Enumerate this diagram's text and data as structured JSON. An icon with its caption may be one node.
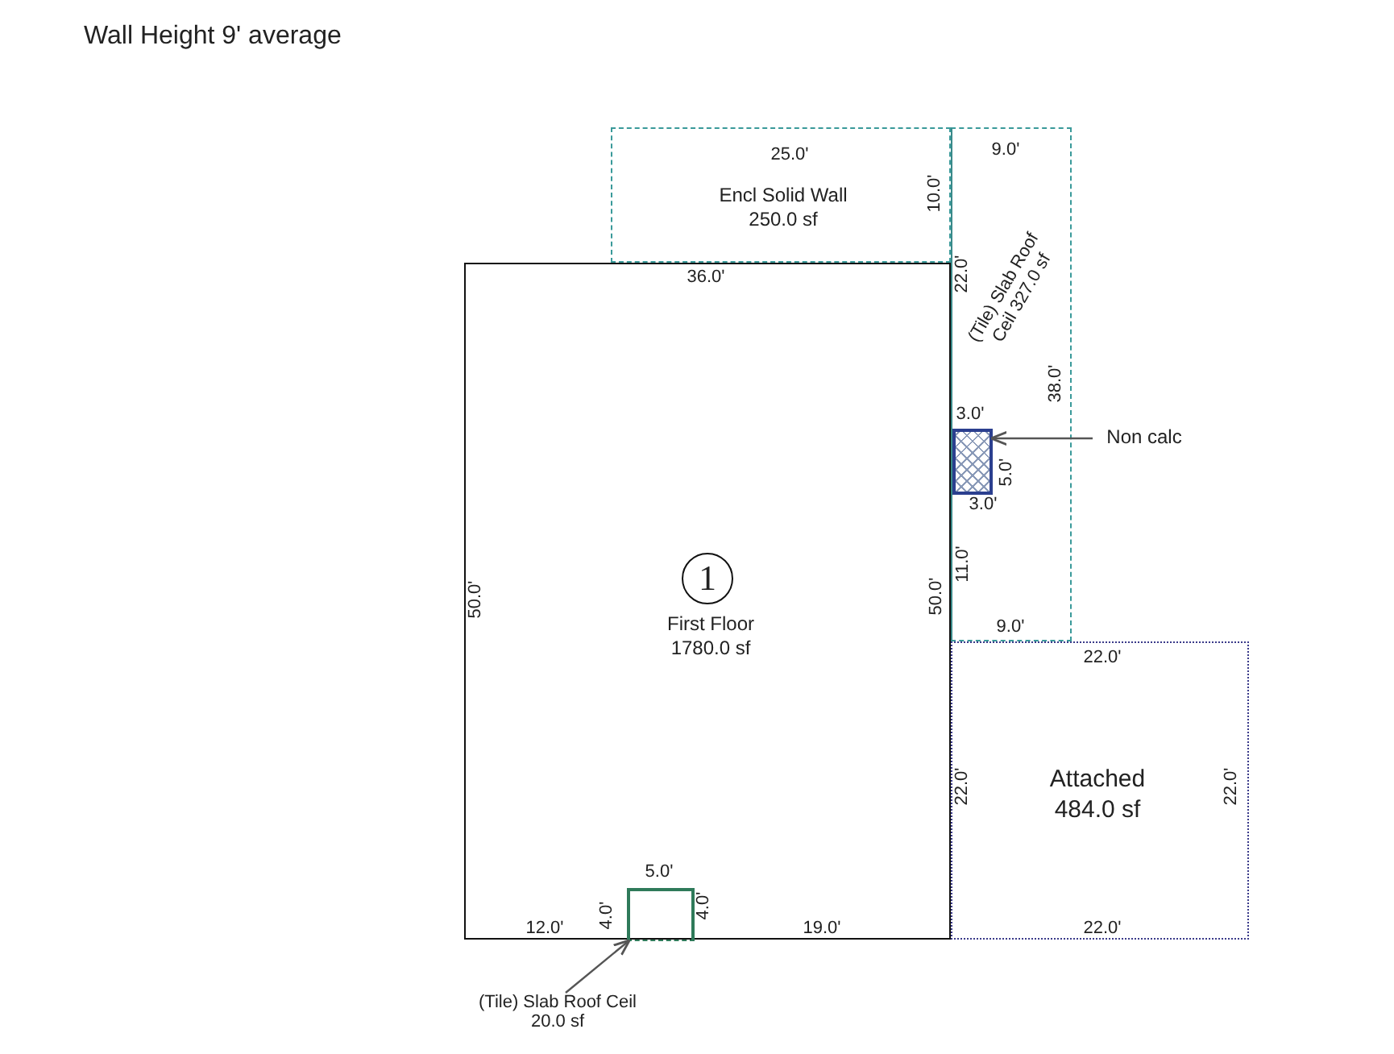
{
  "diagram": {
    "title": "Wall Height 9' average",
    "nodes": [
      {
        "text": [
          "First Floor 1780.0 sf"
        ]
      },
      {
        "text": [
          "1"
        ],
        "in": 0
      },
      {
        "text": [
          "Encl Solid Wall 250.0 sf"
        ]
      },
      {
        "text": [
          "(Tile) Slab Roof Ceil 327.0 sf"
        ]
      },
      {
        "text": [],
        "shape": "box",
        "in": 3
      },
      {
        "text": [
          "Non calc"
        ]
      },
      {
        "text": [
          "Attached 484.0 sf"
        ]
      },
      {
        "text": [],
        "shape": "box",
        "in": 0
      },
      {
        "text": [
          "(Tile) Slab Roof Ceil 20.0 sf"
        ]
      }
    ],
    "edges": [
      {
        "from": 5,
        "to": 4,
        "arrow": "to"
      },
      {
        "from": 8,
        "to": 7,
        "arrow": "to"
      }
    ],
    "labels": [
      "25.0'",
      "10.0'",
      "9.0'",
      "36.0'",
      "22.0'",
      "38.0'",
      "3.0'",
      "5.0'",
      "3.0'",
      "50.0'",
      "50.0'",
      "11.0'",
      "9.0'",
      "22.0'",
      "22.0'",
      "22.0'",
      "5.0'",
      "12.0'",
      "4.0'",
      "4.0'",
      "19.0'",
      "22.0'"
    ]
  }
}
